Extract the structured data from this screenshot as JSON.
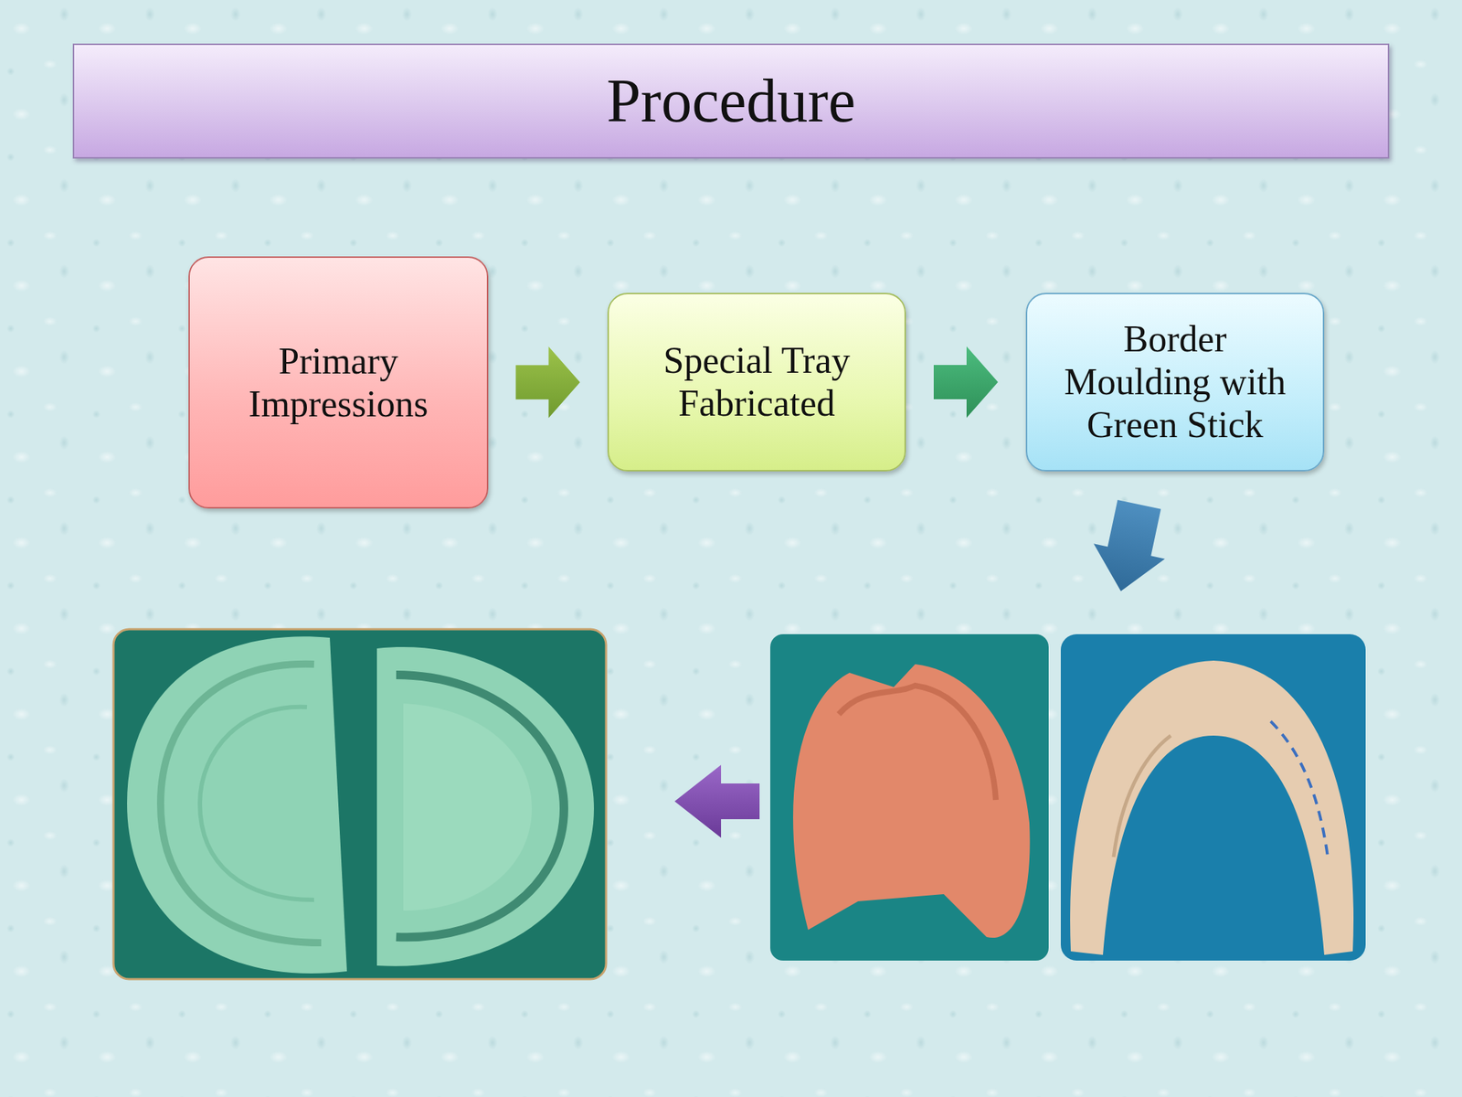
{
  "diagram": {
    "title": "Procedure",
    "nodes": [
      {
        "text": [
          "Primary Impressions"
        ]
      },
      {
        "text": [
          "Special Tray Fabricated"
        ]
      },
      {
        "text": [
          "Border Moulding with Green Stick"
        ]
      }
    ],
    "edges": [
      {
        "from": 0,
        "to": 1,
        "arrow": "to"
      },
      {
        "from": 1,
        "to": 2,
        "arrow": "to"
      }
    ]
  }
}
